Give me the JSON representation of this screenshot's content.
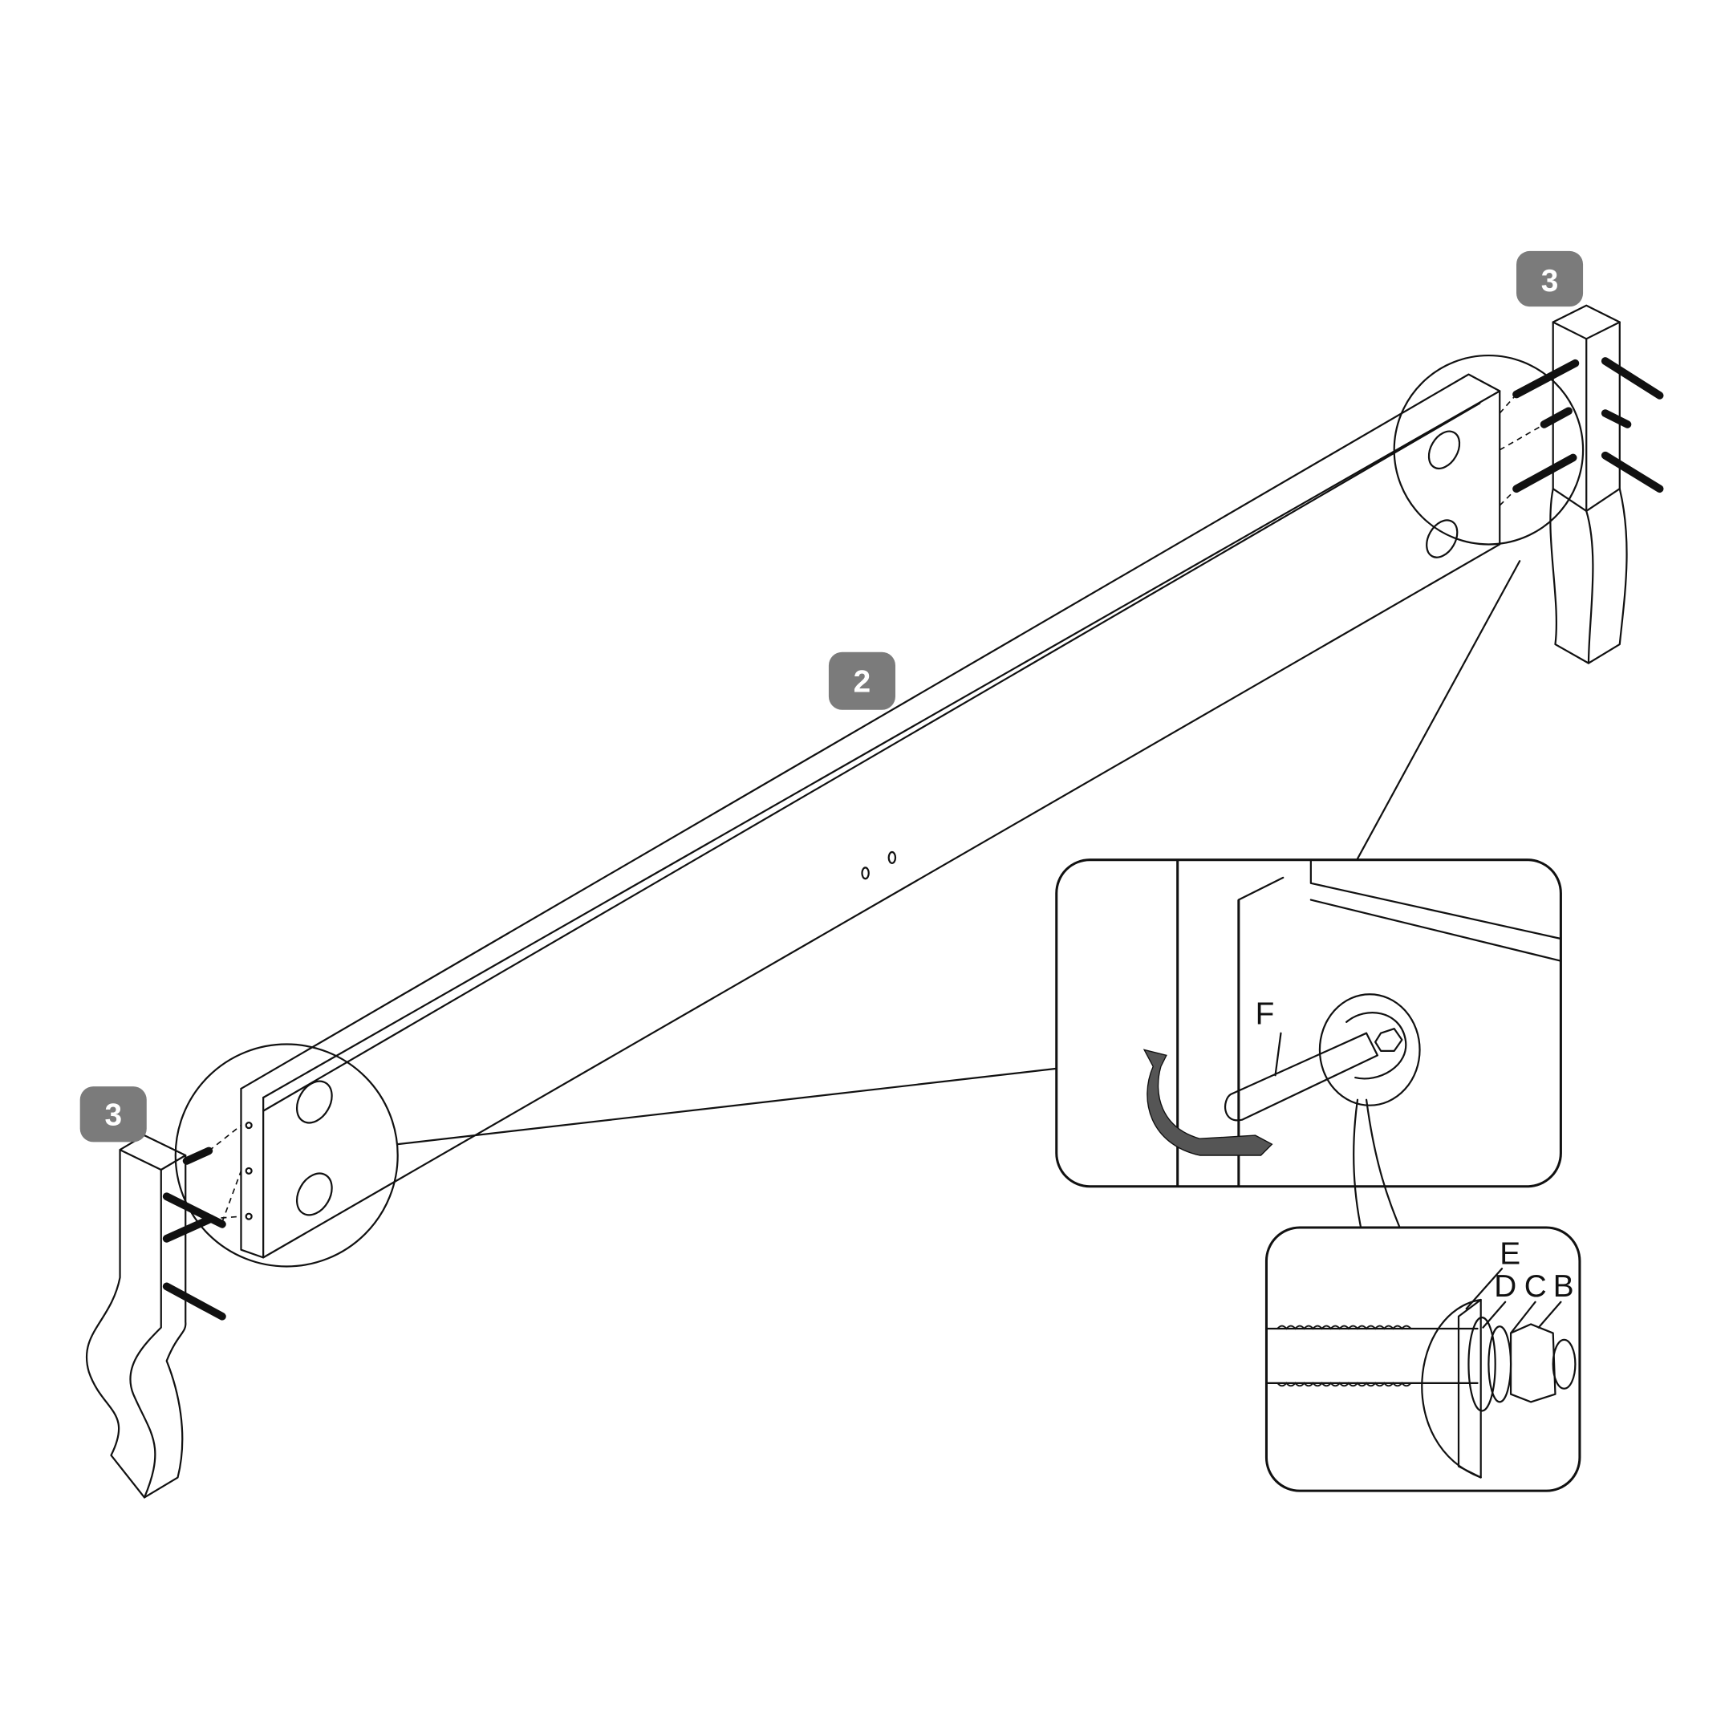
{
  "badges": {
    "rail": "2",
    "leg_left": "3",
    "leg_right": "3"
  },
  "labels": {
    "wrench": "F",
    "washer_e": "E",
    "washer_d": "D",
    "washer_c": "C",
    "nut_b": "B"
  },
  "colors": {
    "badge": "#7b7b7b",
    "line": "#111111"
  }
}
